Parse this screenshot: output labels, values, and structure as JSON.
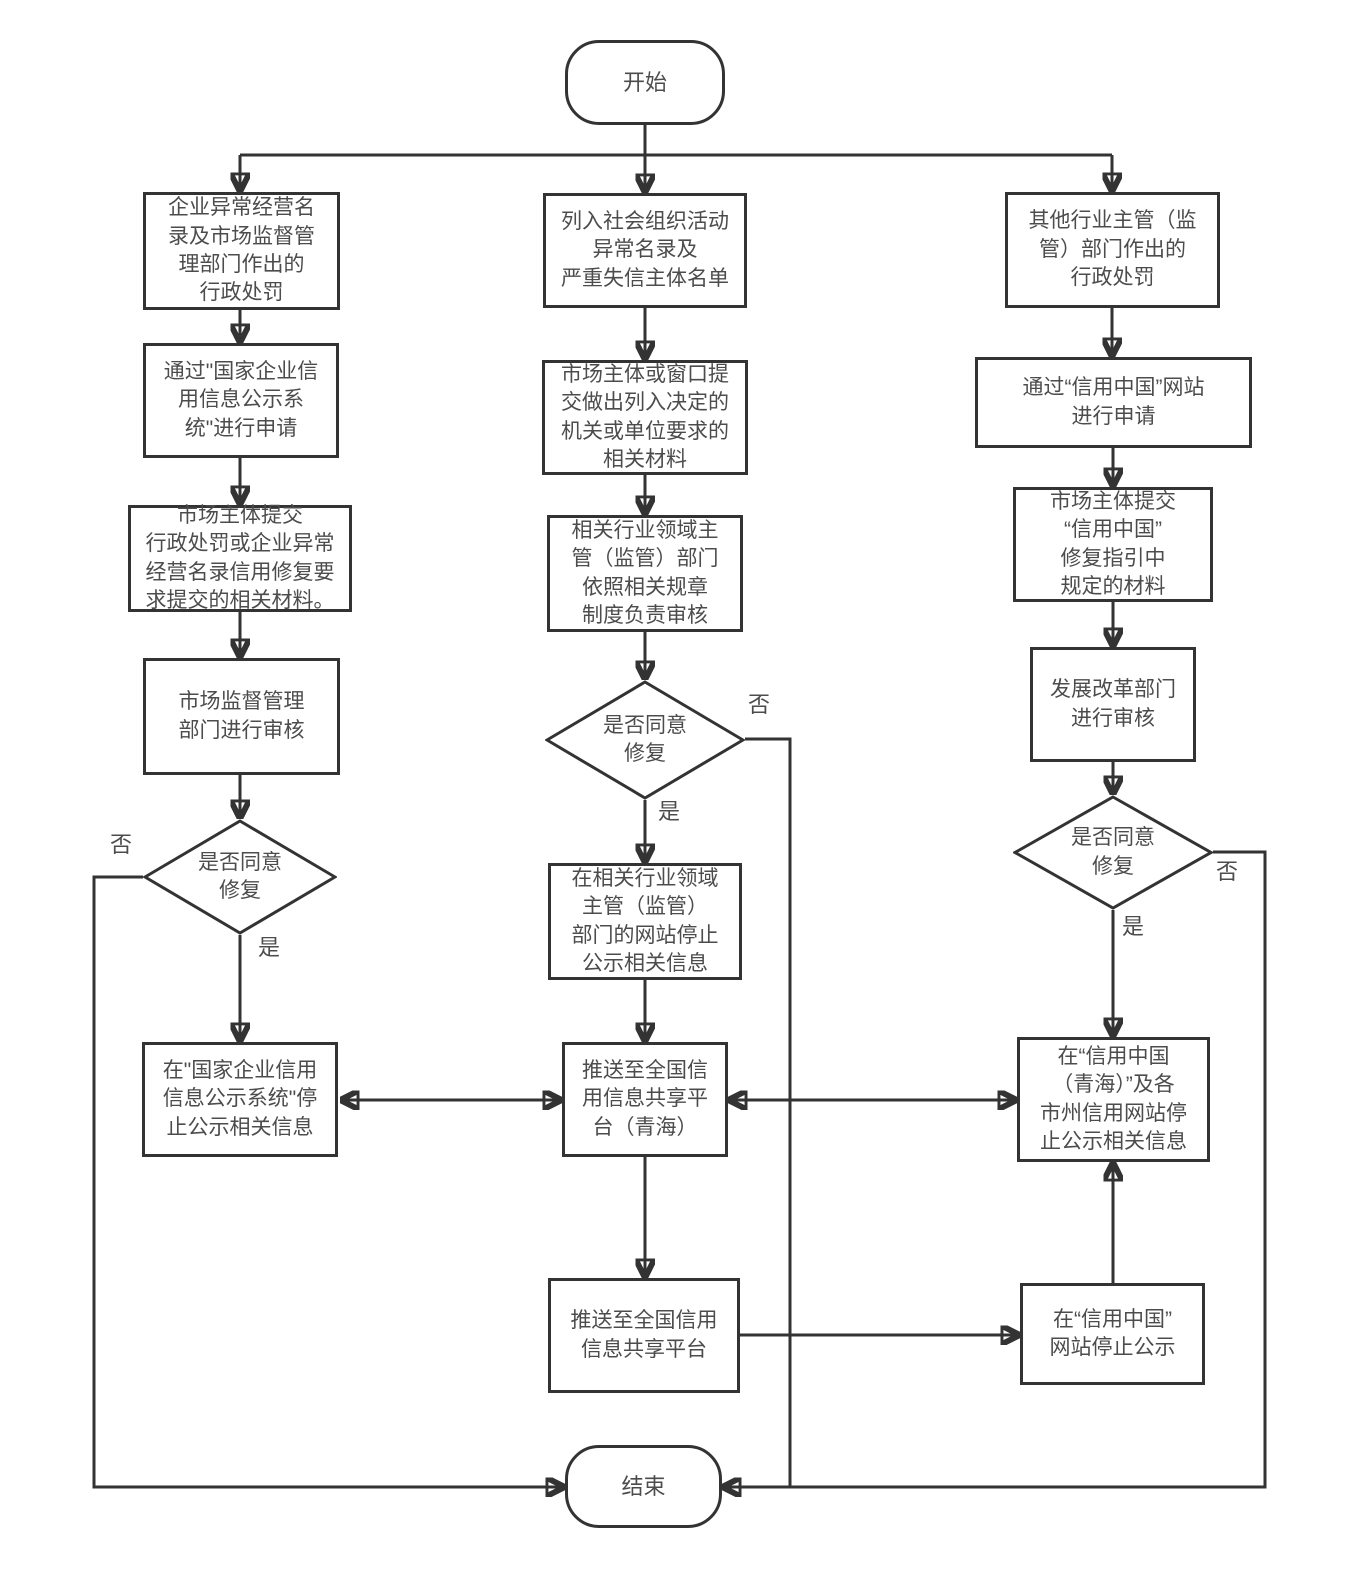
{
  "nodes": {
    "start": {
      "label": "开始"
    },
    "end": {
      "label": "结束"
    },
    "l1": {
      "label": "企业异常经营名\n录及市场监督管\n理部门作出的\n行政处罚"
    },
    "l2": {
      "label": "通过\"国家企业信\n用信息公示系\n统\"进行申请"
    },
    "l3": {
      "label": "市场主体提交\n行政处罚或企业异常\n经营名录信用修复要\n求提交的相关材料。"
    },
    "l4": {
      "label": "市场监督管理\n部门进行审核"
    },
    "ldecision": {
      "label": "是否同意\n修复"
    },
    "l5": {
      "label": "在\"国家企业信用\n信息公示系统\"停\n止公示相关信息"
    },
    "m1": {
      "label": "列入社会组织活动\n异常名录及\n严重失信主体名单"
    },
    "m2": {
      "label": "市场主体或窗口提\n交做出列入决定的\n机关或单位要求的\n相关材料"
    },
    "m3": {
      "label": "相关行业领域主\n管（监管）部门\n依照相关规章\n制度负责审核"
    },
    "mdecision": {
      "label": "是否同意\n修复"
    },
    "m4": {
      "label": "在相关行业领域\n主管（监管）\n部门的网站停止\n公示相关信息"
    },
    "m5": {
      "label": "推送至全国信\n用信息共享平\n台（青海）"
    },
    "m6": {
      "label": "推送至全国信用\n信息共享平台"
    },
    "r1": {
      "label": "其他行业主管（监\n管）部门作出的\n行政处罚"
    },
    "r2": {
      "label": "通过“信用中国”网站\n进行申请"
    },
    "r3": {
      "label": "市场主体提交\n“信用中国”\n修复指引中\n规定的材料"
    },
    "r4": {
      "label": "发展改革部门\n进行审核"
    },
    "rdecision": {
      "label": "是否同意\n修复"
    },
    "r5": {
      "label": "在“信用中国\n（青海）”及各\n市州信用网站停\n止公示相关信息"
    },
    "r6": {
      "label": "在“信用中国”\n网站停止公示"
    }
  },
  "edge_labels": {
    "yes": "是",
    "no": "否"
  }
}
